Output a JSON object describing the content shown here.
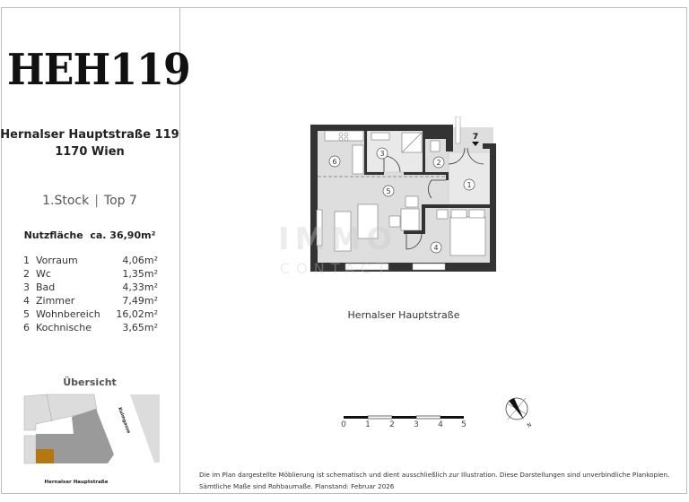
{
  "project": {
    "logo": "HEH119",
    "address_line1": "Hernalser Hauptstraße 119",
    "address_line2": "1170 Wien",
    "floor": "1.Stock",
    "separator": "|",
    "unit": "Top 7",
    "area_label": "Nutzfläche",
    "area_value": "ca. 36,90m²"
  },
  "rooms": [
    {
      "no": "1",
      "name": "Vorraum",
      "area": "4,06m²"
    },
    {
      "no": "2",
      "name": "Wc",
      "area": "1,35m²"
    },
    {
      "no": "3",
      "name": "Bad",
      "area": "4,33m²"
    },
    {
      "no": "4",
      "name": "Zimmer",
      "area": "7,49m²"
    },
    {
      "no": "5",
      "name": "Wohnbereich",
      "area": "16,02m²"
    },
    {
      "no": "6",
      "name": "Kochnische",
      "area": "3,65m²"
    }
  ],
  "overview": {
    "title": "Übersicht",
    "street_bottom": "Hernalser Hauptstraße",
    "street_side": "Kulmgasse",
    "highlight_color": "#b5770f"
  },
  "plan": {
    "entrance_label": "7",
    "street_label": "Hernalser Hauptstraße",
    "room_markers": [
      "1",
      "2",
      "3",
      "4",
      "5",
      "6"
    ],
    "watermark": "IMMO CONTACT"
  },
  "scale_bar": {
    "ticks": [
      "0",
      "1",
      "2",
      "3",
      "4",
      "5"
    ]
  },
  "compass": {
    "label": "N"
  },
  "footer": {
    "line1": "Die im Plan dargestellte Möblierung ist schematisch und dient ausschließlich zur Illustration. Diese Darstellungen sind unverbindliche Plankopien.",
    "line2": "Sämtliche Maße sind Rohbaumaße. Planstand: Februar 2026"
  }
}
